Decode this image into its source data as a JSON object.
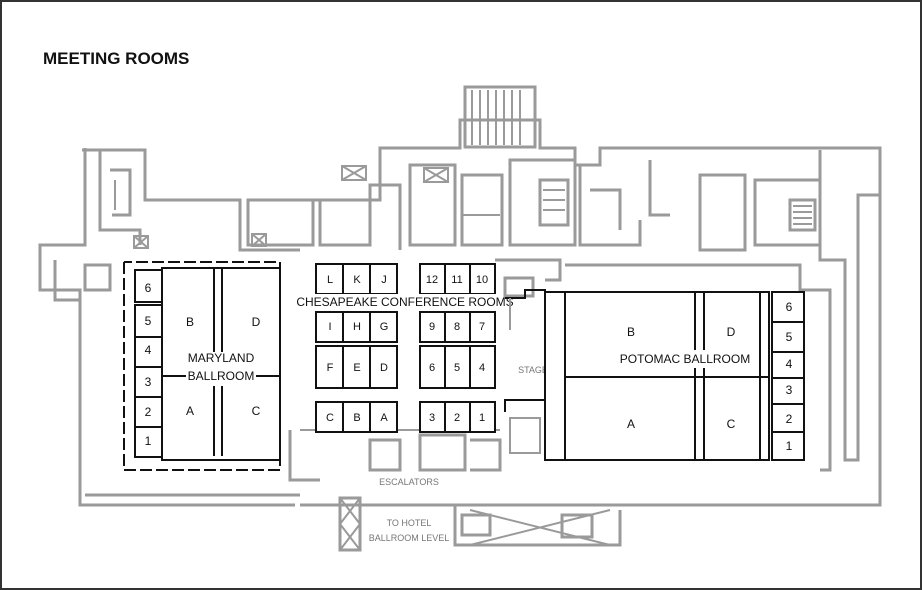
{
  "title": "MEETING ROOMS",
  "maryland": {
    "name_line1": "MARYLAND",
    "name_line2": "BALLROOM",
    "sections": [
      "A",
      "B",
      "C",
      "D"
    ],
    "rooms": [
      "1",
      "2",
      "3",
      "4",
      "5",
      "6"
    ]
  },
  "chesapeake": {
    "name": "CHESAPEAKE CONFERENCE ROOMS",
    "left_rows": [
      [
        "L",
        "K",
        "J"
      ],
      [
        "I",
        "H",
        "G"
      ],
      [
        "F",
        "E",
        "D"
      ],
      [
        "C",
        "B",
        "A"
      ]
    ],
    "right_rows": [
      [
        "12",
        "11",
        "10"
      ],
      [
        "9",
        "8",
        "7"
      ],
      [
        "6",
        "5",
        "4"
      ],
      [
        "3",
        "2",
        "1"
      ]
    ]
  },
  "stage": "STAGE",
  "potomac": {
    "name": "POTOMAC BALLROOM",
    "sections": [
      "A",
      "B",
      "C",
      "D"
    ],
    "rooms": [
      "1",
      "2",
      "3",
      "4",
      "5",
      "6"
    ]
  },
  "escalators": "ESCALATORS",
  "to_hotel_line1": "TO HOTEL",
  "to_hotel_line2": "BALLROOM LEVEL",
  "colors": {
    "wall_gray": "#9a9a9a",
    "wall_black": "#111111",
    "background": "#ffffff",
    "frame": "#333333"
  }
}
